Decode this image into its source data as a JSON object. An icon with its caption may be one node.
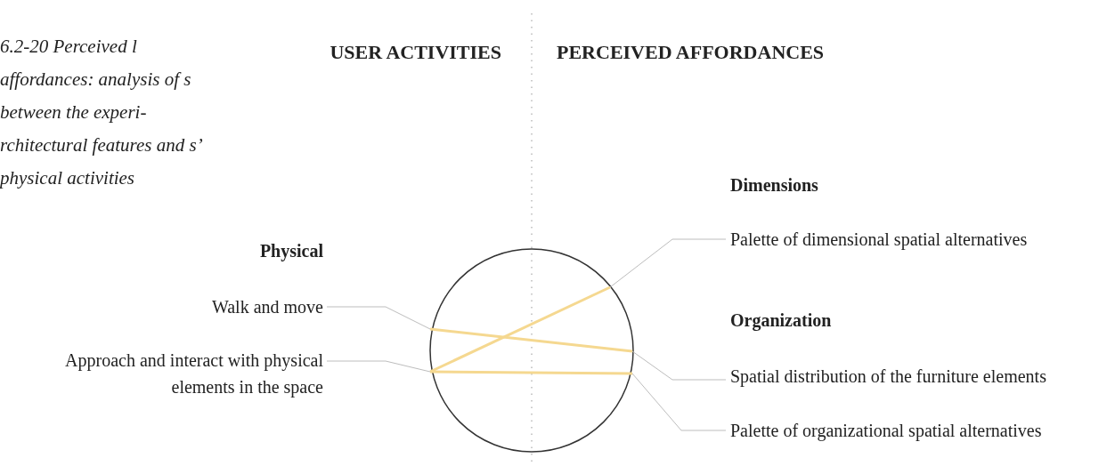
{
  "diagram": {
    "caption": "6.2-20 Perceived l affordances: analysis of s between the experi- rchitectural features and s’ physical activities",
    "nodes": [
      {
        "text": [
          "Walk and move"
        ]
      },
      {
        "text": [
          "Approach and interact with physical elements in the space"
        ]
      },
      {
        "text": [
          "Palette of dimensional spatial alternatives"
        ]
      },
      {
        "text": [
          "Spatial distribution of the furniture elements"
        ]
      },
      {
        "text": [
          "Palette of organizational spatial alternatives"
        ]
      },
      {
        "text": [],
        "shape": "circle"
      }
    ],
    "edges": [
      {
        "from": 0,
        "to": 5,
        "arrow": "none"
      },
      {
        "from": 1,
        "to": 5,
        "arrow": "none"
      },
      {
        "from": 5,
        "to": 2,
        "arrow": "none"
      },
      {
        "from": 5,
        "to": 3,
        "arrow": "none"
      },
      {
        "from": 5,
        "to": 4,
        "arrow": "none"
      }
    ],
    "labels": [
      "USER ACTIVITIES",
      "PERCEIVED AFFORDANCES",
      "Physical",
      "Dimensions",
      "Organization"
    ]
  }
}
